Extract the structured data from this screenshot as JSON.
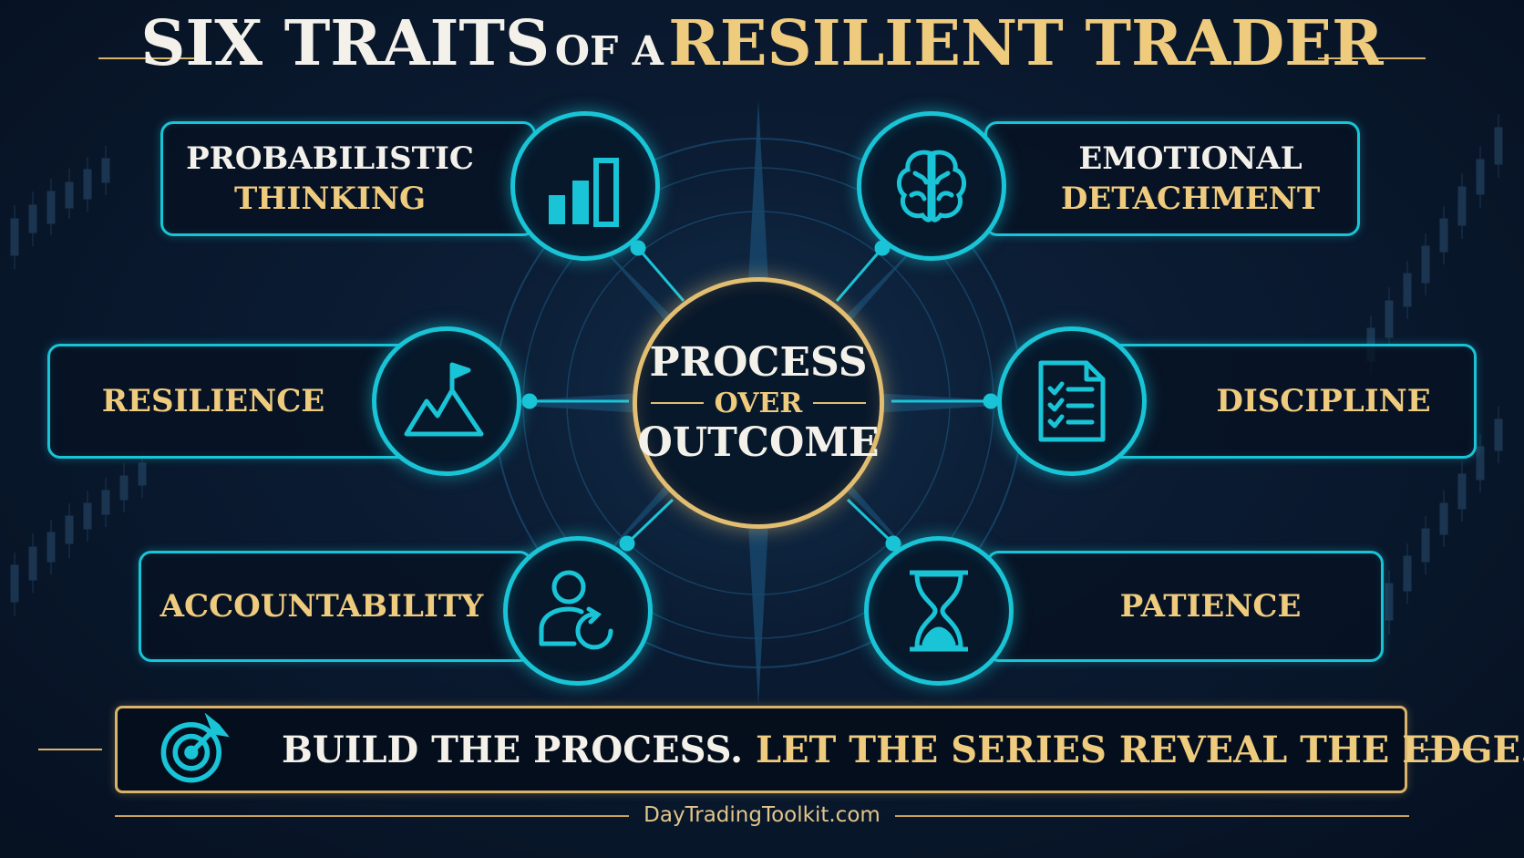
{
  "title": {
    "part1": "SIX TRAITS",
    "part2": "OF A",
    "part3": "RESILIENT TRADER"
  },
  "center": {
    "line1": "PROCESS",
    "line2": "OVER",
    "line3": "OUTCOME"
  },
  "traits": [
    {
      "line1": "PROBABILISTIC",
      "line2": "THINKING",
      "icon": "bar-chart-icon"
    },
    {
      "line1": "EMOTIONAL",
      "line2": "DETACHMENT",
      "icon": "brain-icon"
    },
    {
      "line1": "RESILIENCE",
      "icon": "mountain-flag-icon"
    },
    {
      "line1": "DISCIPLINE",
      "icon": "checklist-icon"
    },
    {
      "line1": "ACCOUNTABILITY",
      "icon": "person-cycle-icon"
    },
    {
      "line1": "PATIENCE",
      "icon": "hourglass-icon"
    }
  ],
  "banner": {
    "part1": "BUILD THE PROCESS.",
    "part2": "LET THE SERIES REVEAL THE EDGE.",
    "icon": "target-icon"
  },
  "footer": "DayTradingToolkit.com",
  "colors": {
    "accent": "#19c4d6",
    "gold": "#efcb7e",
    "text": "#f4f1ea",
    "background": "#0a1a30"
  }
}
